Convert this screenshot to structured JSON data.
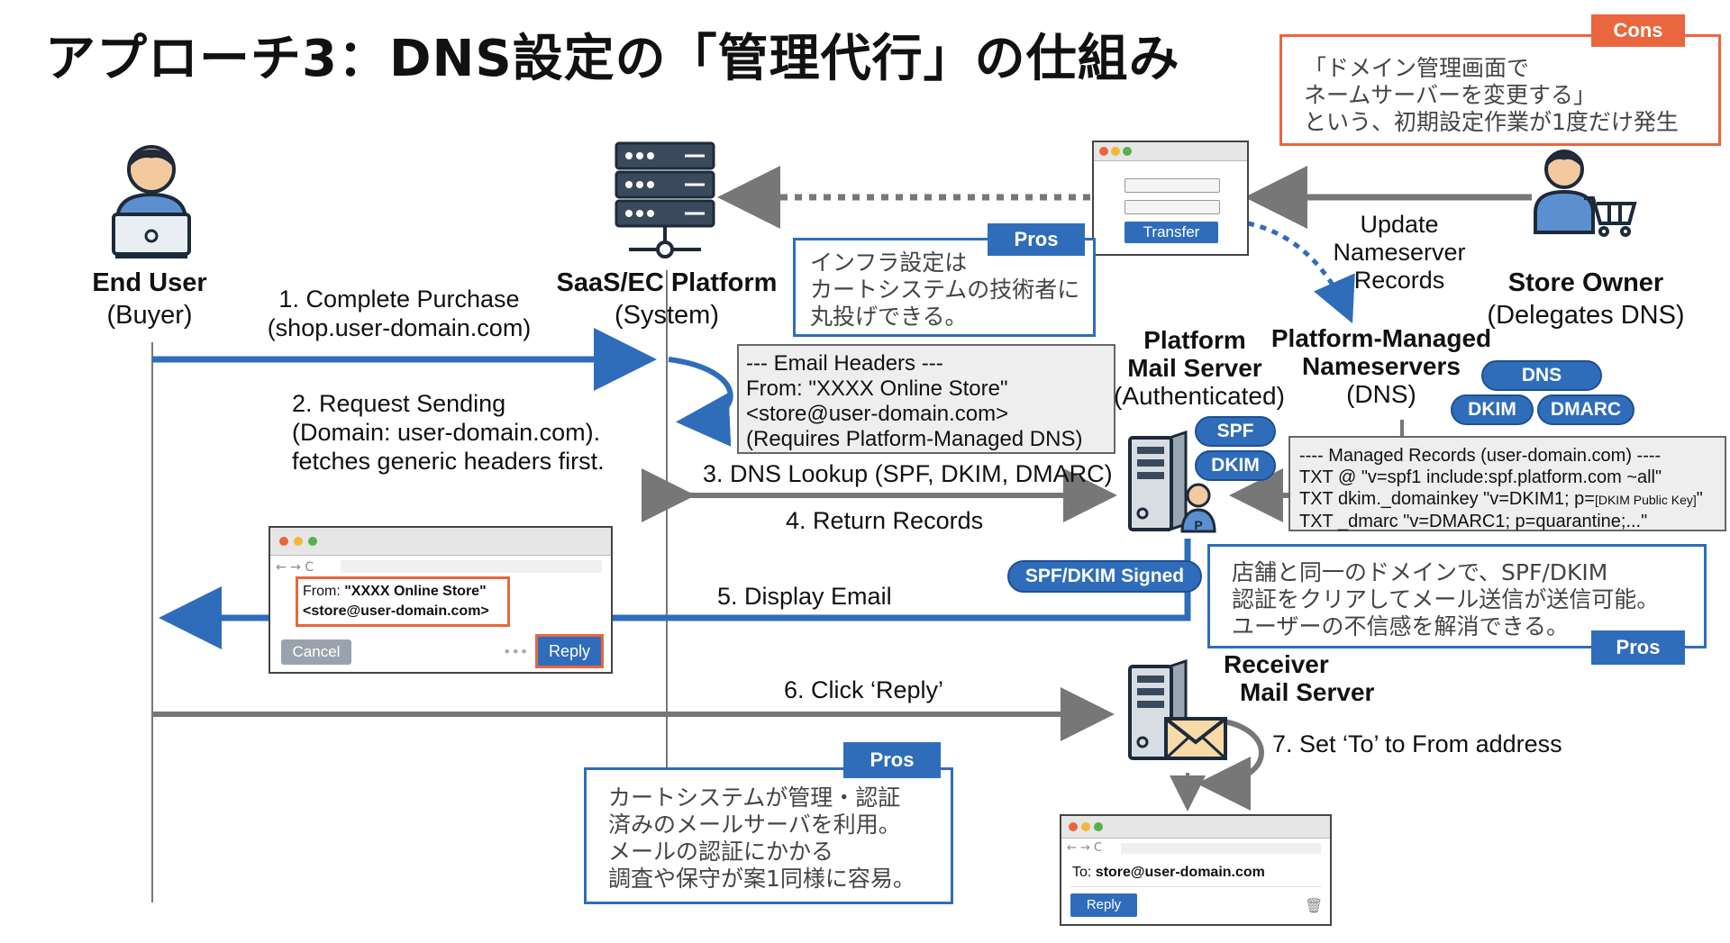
{
  "title": "アプローチ3：DNS設定の「管理代行」の仕組み",
  "actors": {
    "end_user": {
      "name": "End User",
      "role": "(Buyer)"
    },
    "platform": {
      "name": "SaaS/EC Platform",
      "role": "(System)"
    },
    "store_owner": {
      "name": "Store Owner",
      "role": "(Delegates DNS)"
    },
    "mail_server": {
      "line1": "Platform",
      "line2": "Mail Server",
      "line3": "(Authenticated)"
    },
    "nameservers": {
      "line1": "Platform-Managed",
      "line2": "Nameservers",
      "line3": "(DNS)"
    },
    "receiver": {
      "line1": "Receiver",
      "line2": "Mail Server"
    }
  },
  "steps": {
    "s1": {
      "line1": "1. Complete Purchase",
      "line2": "(shop.user-domain.com)"
    },
    "s2": {
      "line1": "2. Request Sending",
      "line2": "(Domain: user-domain.com).",
      "line3": "fetches generic headers first."
    },
    "s3": "3. DNS Lookup (SPF, DKIM, DMARC)",
    "s4": "4. Return Records",
    "s5": "5. Display Email",
    "s6": "6. Click ‘Reply’",
    "s7": "7. Set ‘To’ to From address",
    "update": {
      "line1": "Update",
      "line2": "Nameserver",
      "line3": "Records"
    }
  },
  "cons": {
    "tag": "Cons",
    "line1": "「ドメイン管理画面で",
    "line2": "ネームサーバーを変更する」",
    "line3": "という、初期設定作業が1度だけ発生"
  },
  "pros_infra": {
    "tag": "Pros",
    "line1": "インフラ設定は",
    "line2": "カートシステムの技術者に",
    "line3": "丸投げできる。"
  },
  "pros_auth": {
    "tag": "Pros",
    "line1": "店舗と同一のドメインで、SPF/DKIM",
    "line2": "認証をクリアしてメール送信が送信可能。",
    "line3": "ユーザーの不信感を解消できる。"
  },
  "pros_mail": {
    "tag": "Pros",
    "line1": "カートシステムが管理・認証",
    "line2": "済みのメールサーバを利用。",
    "line3": "メールの認証にかかる",
    "line4": "調査や保守が案1同様に容易。"
  },
  "email_headers": {
    "line1": "--- Email Headers ---",
    "line2": "From: \"XXXX Online Store\"",
    "line3": "<store@user-domain.com>",
    "line4": "(Requires Platform-Managed DNS)"
  },
  "managed_records": {
    "line1": "---- Managed Records (user-domain.com) ----",
    "line2": "TXT @ \"v=spf1 include:spf.platform.com ~all\"",
    "line3a": "TXT dkim._domainkey \"v=DKIM1; p=",
    "line3b": "[DKIM Public Key]",
    "line3c": "\"",
    "line4": "TXT _dmarc \"v=DMARC1; p=quarantine;...\""
  },
  "badges": {
    "dns": "DNS",
    "dkim_ns": "DKIM",
    "dmarc": "DMARC",
    "spf": "SPF",
    "dkim_ms": "DKIM",
    "signed": "SPF/DKIM Signed"
  },
  "transfer_window": {
    "button": "Transfer"
  },
  "email_window": {
    "from_label": "From: ",
    "from_name": "\"XXXX Online Store\"",
    "from_addr": "<store@user-domain.com>",
    "cancel": "Cancel",
    "reply": "Reply"
  },
  "reply_window": {
    "to_label": "To: ",
    "to_addr": "store@user-domain.com",
    "reply": "Reply"
  },
  "colors": {
    "blue": "#2f6dba",
    "orange": "#e9663e",
    "gray": "#777777",
    "dark": "#3a4a5c"
  },
  "icons": [
    "user-icon",
    "laptop-icon",
    "server-rack-icon",
    "store-owner-icon",
    "cart-icon",
    "mail-server-icon",
    "envelope-icon",
    "trash-icon"
  ]
}
